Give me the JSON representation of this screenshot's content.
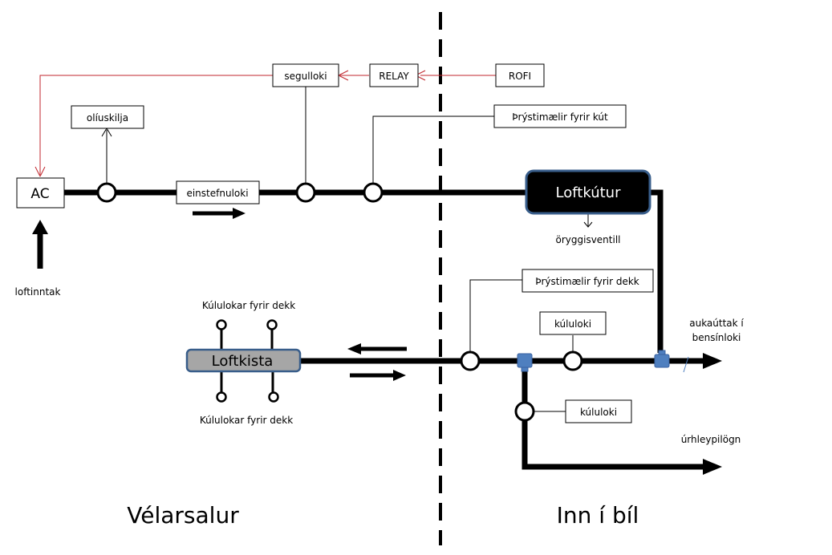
{
  "zones": {
    "left": "Vélarsalur",
    "right": "Inn í bíl"
  },
  "components": {
    "compressor": "AC",
    "air_intake": "loftinntak",
    "oil_separator": "olíuskilja",
    "check_valve": "einstefnuloki",
    "solenoid_valve": "segulloki",
    "relay": "RELAY",
    "switch": "ROFI",
    "tank_gauge": "Þrýstimælir fyrir kút",
    "air_tank": "Loftkútur",
    "safety_valve": "öryggisventill",
    "tire_gauge": "Þrýstimælir fyrir dekk",
    "ball_valve_main": "kúluloki",
    "ball_valve_branch": "kúluloki",
    "aux_outlet_line1": "aukaúttak í",
    "aux_outlet_line2": "bensínloki",
    "release_line": "úrhleypilögn",
    "manifold": "Loftkista",
    "manifold_valves_top": "Kúlulokar fyrir dekk",
    "manifold_valves_bottom": "Kúlulokar fyrir dekk"
  },
  "colors": {
    "signal_line": "#c0262d",
    "tank_fill": "#000000",
    "tank_border": "#385d8a",
    "manifold_fill": "#a6a6a6",
    "manifold_border": "#385d8a",
    "tee_fitting": "#4f7fbf"
  }
}
